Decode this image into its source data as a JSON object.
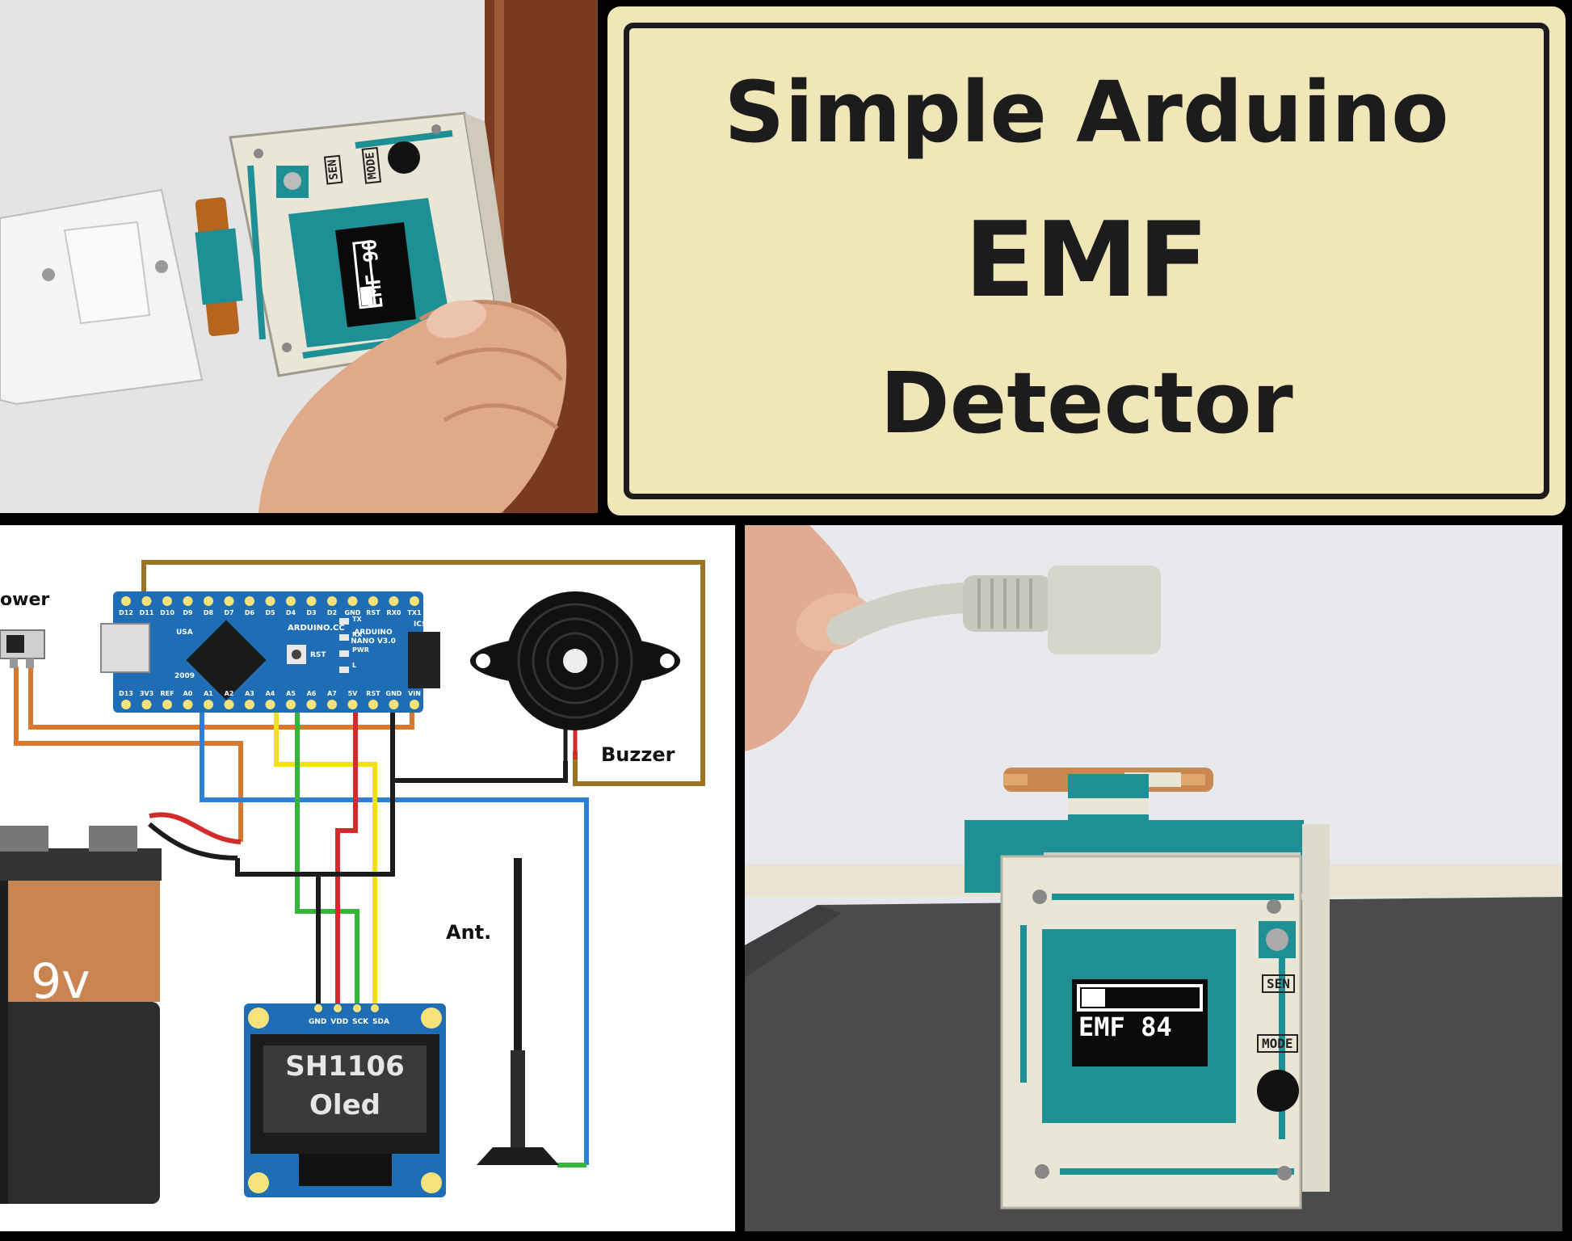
{
  "title": {
    "line1": "Simple Arduino",
    "line2": "EMF",
    "line3": "Detector"
  },
  "device_top": {
    "sen_label": "SEN",
    "mode_label": "MODE",
    "screen_text": "EMF 90",
    "bar_level": 0.3
  },
  "schematic": {
    "power_label": "ower",
    "buzzer_label": "Buzzer",
    "antenna_label": "Ant.",
    "battery_label": "9v",
    "oled_line1": "SH1106",
    "oled_line2": "Oled",
    "oled_pins": [
      "GND",
      "VDD",
      "SCK",
      "SDA"
    ],
    "nano_top_pins": [
      "D12",
      "D11",
      "D10",
      "D9",
      "D8",
      "D7",
      "D6",
      "D5",
      "D4",
      "D3",
      "D2",
      "GND",
      "RST",
      "RX0",
      "TX1"
    ],
    "nano_bottom_pins": [
      "D13",
      "3V3",
      "REF",
      "A0",
      "A1",
      "A2",
      "A3",
      "A4",
      "A5",
      "A6",
      "A7",
      "5V",
      "RST",
      "GND",
      "VIN"
    ],
    "nano_brand": "ARDUINO.CC",
    "nano_name": "ARDUINO NANO V3.0",
    "nano_year": "2009",
    "nano_usa": "USA",
    "nano_icsp": "ICSP",
    "nano_leds": [
      "TX",
      "RX",
      "PWR",
      "L"
    ],
    "nano_rst": "RST"
  },
  "device_bottom": {
    "sen_label": "SEN",
    "mode_label": "MODE",
    "screen_text": "EMF 84",
    "bar_level": 0.2
  },
  "colors": {
    "teal": "#1e8f94",
    "cream": "#eae6d6",
    "title_bg": "#f0e6b8",
    "nano_blue": "#1f6db5",
    "wire_orange": "#d9782d",
    "wire_blue": "#2c7fd6",
    "wire_yellow": "#f2df1a",
    "wire_green": "#36b53a",
    "wire_red": "#d22b2b",
    "wire_black": "#1c1c1c",
    "wire_brown": "#9a7424"
  }
}
